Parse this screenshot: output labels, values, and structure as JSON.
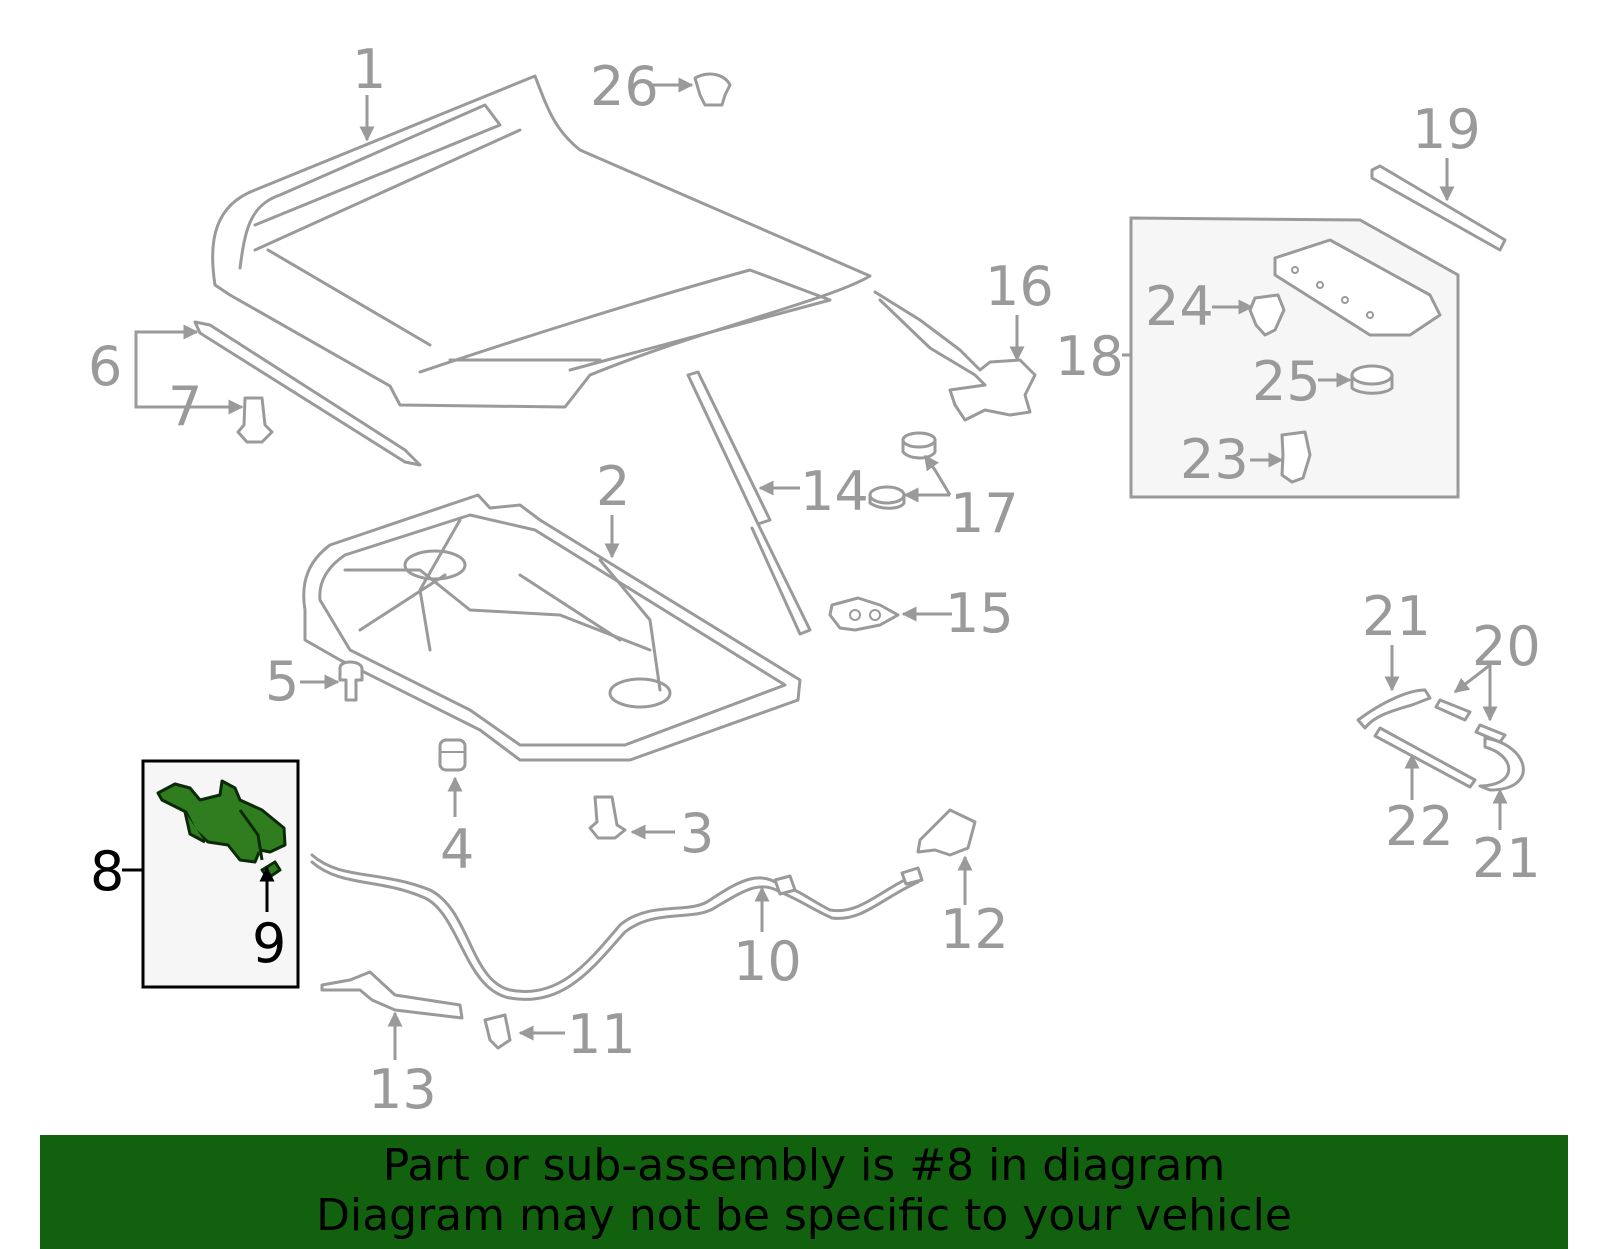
{
  "callouts": {
    "c1": "1",
    "c2": "2",
    "c3": "3",
    "c4": "4",
    "c5": "5",
    "c6": "6",
    "c7": "7",
    "c8": "8",
    "c9": "9",
    "c10": "10",
    "c11": "11",
    "c12": "12",
    "c13": "13",
    "c14": "14",
    "c15": "15",
    "c16": "16",
    "c17": "17",
    "c18": "18",
    "c19": "19",
    "c20": "20",
    "c21a": "21",
    "c21b": "21",
    "c22": "22",
    "c23": "23",
    "c24": "24",
    "c25": "25",
    "c26": "26"
  },
  "highlighted_part": "8",
  "banner": {
    "line1": "Part or sub-assembly is #8 in diagram",
    "line2": "Diagram may not be specific to your vehicle"
  },
  "colors": {
    "highlight": "#2f7d1f",
    "banner_background": "#12610e",
    "part_outline": "#9a9a9a"
  }
}
